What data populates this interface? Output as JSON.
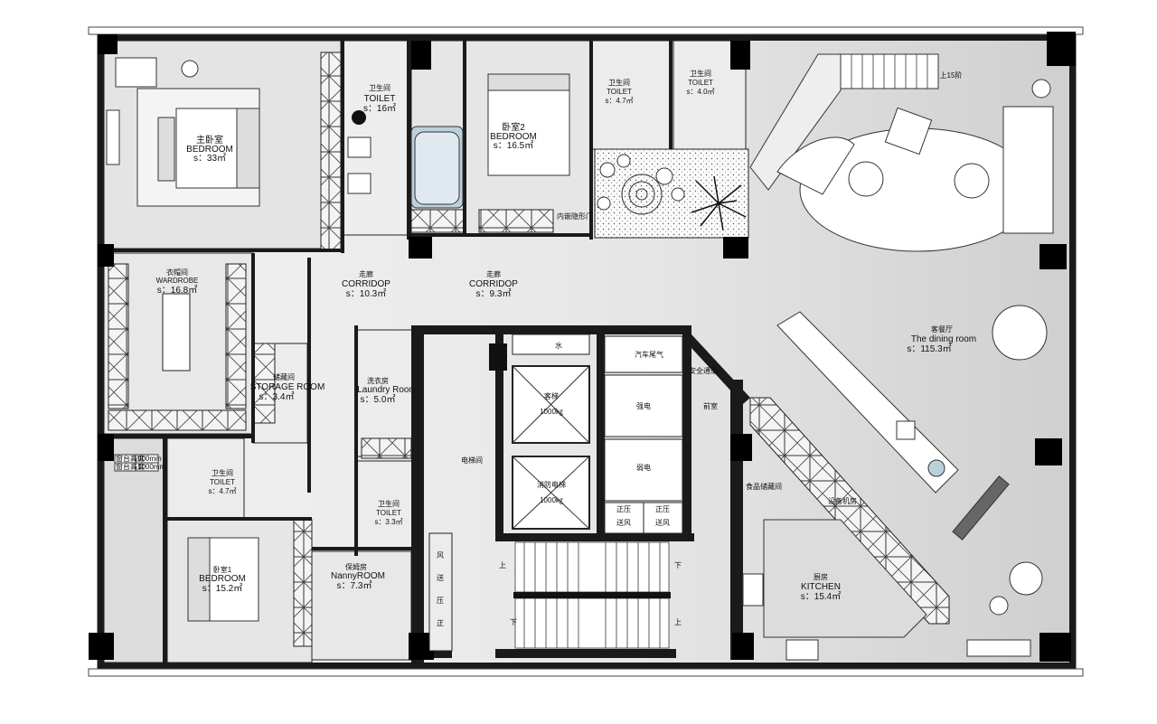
{
  "rooms": {
    "master_bedroom": {
      "cn": "主卧室",
      "en": "BEDROOM",
      "area": "s：33㎡"
    },
    "toilet_a": {
      "cn": "卫生间",
      "en": "TOILET",
      "area": "s：16㎡"
    },
    "bedroom2": {
      "cn": "卧室2",
      "en": "BEDROOM",
      "area": "s：16.5㎡"
    },
    "toilet_b": {
      "cn": "卫生间",
      "en": "TOILET",
      "area": "s：4.7㎡"
    },
    "toilet_c": {
      "cn": "卫生间",
      "en": "TOILET",
      "area": "s：4.0㎡"
    },
    "wardrobe": {
      "cn": "衣帽间",
      "en": "WARDROBE",
      "area": "s：16.8㎡"
    },
    "corridor1": {
      "cn": "走廊",
      "en": "CORRIDOP",
      "area": "s：10.3㎡"
    },
    "corridor2": {
      "cn": "走廊",
      "en": "CORRIDOP",
      "area": "s：9.3㎡"
    },
    "storage": {
      "cn": "储藏间",
      "en": "STORAGE ROOM",
      "area": "s：3.4㎡"
    },
    "laundry": {
      "cn": "洗衣房",
      "en": "Laundry Room",
      "area": "s：5.0㎡"
    },
    "toilet_d": {
      "cn": "卫生间",
      "en": "TOILET",
      "area": "s：4.7㎡"
    },
    "toilet_e": {
      "cn": "卫生间",
      "en": "TOILET",
      "area": "s：3.3㎡"
    },
    "bedroom1": {
      "cn": "卧室1",
      "en": "BEDROOM",
      "area": "s：15.2㎡"
    },
    "nanny": {
      "cn": "保姆房",
      "en": "NannyROOM",
      "area": "s：7.3㎡"
    },
    "living": {
      "cn": "客餐厅",
      "en": "The dining room",
      "area": "s：115.3㎡"
    },
    "kitchen": {
      "cn": "厨房",
      "en": "KITCHEN",
      "area": "s：15.4㎡"
    }
  },
  "core": {
    "elevator_room": "电梯间",
    "elevator": "客梯",
    "elevator_size": "1000㎏",
    "fire_elevator": "消防电梯",
    "fire_elevator_size": "1000㎏",
    "water": "水",
    "exhaust": "汽车尾气",
    "strong_power": "强电",
    "weak_power": "弱电",
    "front_room": "前室",
    "safe_passage": "安全通道",
    "pressure_1": "正压",
    "pressure_2": "送风",
    "pressure_3": "正压",
    "pressure_4": "送风",
    "wind_1": "风",
    "wind_2": "送",
    "wind_3": "压",
    "wind_4": "正",
    "up": "上",
    "down": "下",
    "up2": "上",
    "down2": "下"
  },
  "misc": {
    "garden": "内嵌隐形门",
    "stairs": "上15阶",
    "food_room": "食品储藏间",
    "equip_room": "设备机房",
    "legend_1": "窗台高度",
    "legend_2": "窗台高度",
    "legend_3": "900mm",
    "legend_4": "1000mm"
  }
}
